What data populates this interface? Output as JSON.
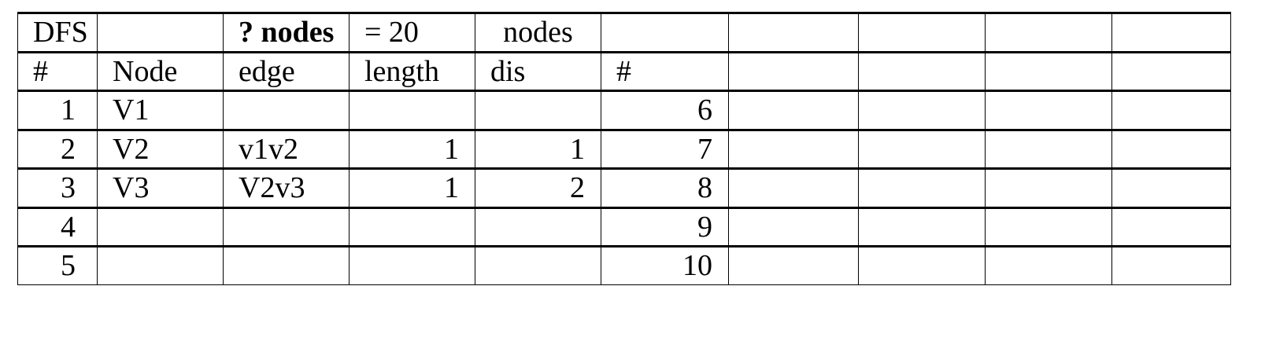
{
  "table": {
    "title_row": {
      "dfs": "DFS",
      "q_nodes": "? nodes",
      "equals_value": "= 20",
      "nodes_label": "nodes"
    },
    "header_row": {
      "num": "#",
      "node": "Node",
      "edge": "edge",
      "length": "length",
      "dis": "dis",
      "count": "#"
    },
    "rows": [
      {
        "num": "1",
        "node": "V1",
        "edge": "",
        "length": "",
        "dis": "",
        "count": "6"
      },
      {
        "num": "2",
        "node": "V2",
        "edge": "v1v2",
        "length": "1",
        "dis": "1",
        "count": "7"
      },
      {
        "num": "3",
        "node": "V3",
        "edge": "V2v3",
        "length": "1",
        "dis": "2",
        "count": "8"
      },
      {
        "num": "4",
        "node": "",
        "edge": "",
        "length": "",
        "dis": "",
        "count": "9"
      },
      {
        "num": "5",
        "node": "",
        "edge": "",
        "length": "",
        "dis": "",
        "count": "10"
      }
    ]
  },
  "colors": {
    "border": "#000000",
    "text": "#000000",
    "background": "#ffffff"
  }
}
